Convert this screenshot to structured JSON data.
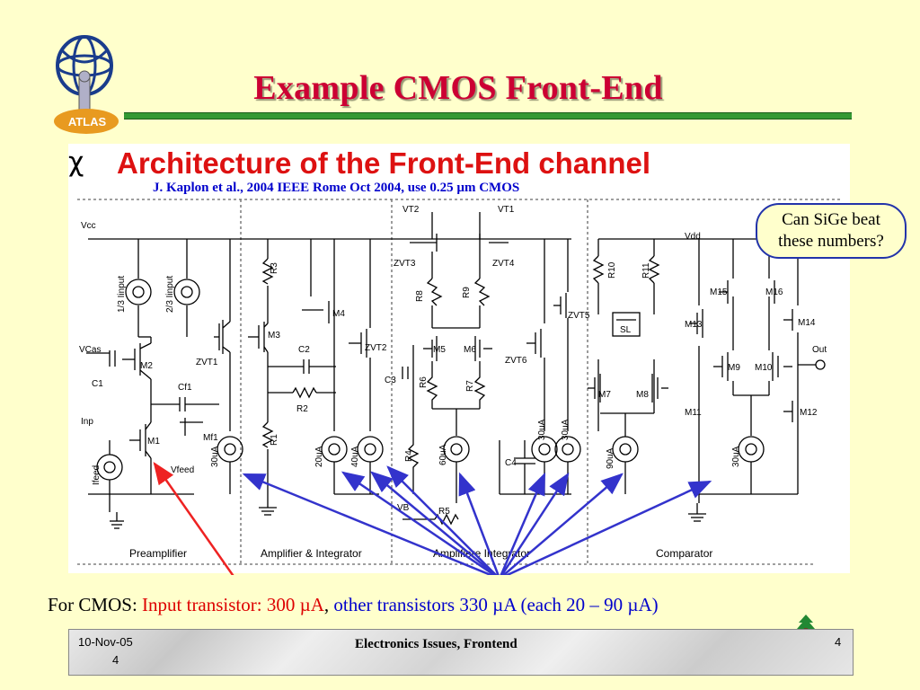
{
  "slide": {
    "title": "Example CMOS Front-End",
    "logo_text": "ATLAS"
  },
  "figure": {
    "heading": "Architecture of the Front-End channel",
    "citation": "J. Kaplon et al., 2004 IEEE Rome Oct 2004, use 0.25 µm CMOS",
    "sections": [
      "Preamplifier",
      "Amplifier & Integrator",
      "Amplifiere Integrator",
      "Comparator"
    ],
    "labels": [
      "Vcc",
      "1/3 Iinput",
      "2/3 Iinput",
      "VCas",
      "C1",
      "M2",
      "ZVT1",
      "Cf1",
      "Mf1",
      "Inp",
      "M1",
      "Ifeed",
      "Vfeed",
      "30uA",
      "R3",
      "M3",
      "M4",
      "C2",
      "R2",
      "R1",
      "ZVT2",
      "20uA",
      "40uA",
      "VT2",
      "VT1",
      "ZVT3",
      "ZVT4",
      "R8",
      "R9",
      "M5",
      "M6",
      "C3",
      "R6",
      "R7",
      "R4",
      "60uA",
      "C4",
      "VB",
      "R5",
      "ZVT6",
      "ZVT5",
      "30uA",
      "30uA",
      "R10",
      "R11",
      "SL",
      "M7",
      "M8",
      "90uA",
      "Vdd",
      "M13",
      "M15",
      "M16",
      "M14",
      "M9",
      "M10",
      "Out",
      "M11",
      "30uA",
      "M12"
    ],
    "colors": {
      "red_arrow": "#ee2222",
      "blue_arrows": "#3333cc"
    }
  },
  "callout": {
    "line1": "Can SiGe beat",
    "line2": "these numbers?"
  },
  "caption": {
    "prefix": "For CMOS: ",
    "red": "Input transistor: 300 µA",
    "comma": ", ",
    "blue": "other transistors  330 µA (each 20 – 90 µA)"
  },
  "footer": {
    "date": "10-Nov-05",
    "page_small": "4",
    "center": "Electronics Issues, Frontend",
    "page_right": "4"
  },
  "colors": {
    "background": "#ffffcc",
    "title": "#cc0033",
    "rule": "#339933"
  }
}
